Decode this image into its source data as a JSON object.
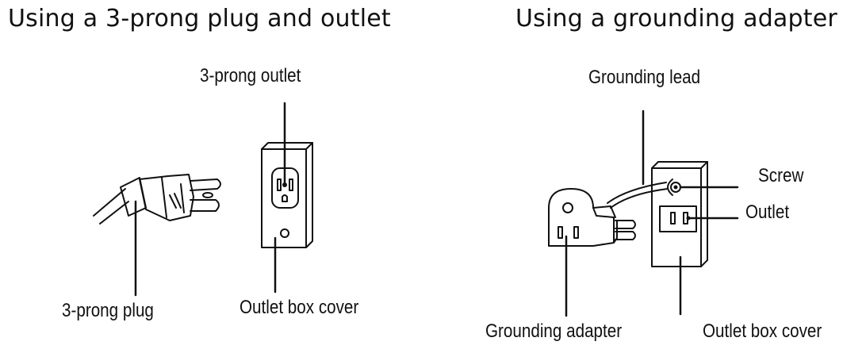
{
  "left_panel": {
    "title": "Using a 3-prong plug and outlet",
    "labels": {
      "outlet": "3-prong outlet",
      "plug": "3-prong plug",
      "cover": "Outlet box cover"
    }
  },
  "right_panel": {
    "title": "Using a grounding adapter",
    "labels": {
      "lead": "Grounding lead",
      "screw": "Screw",
      "outlet": "Outlet",
      "adapter": "Grounding adapter",
      "cover": "Outlet box cover"
    }
  },
  "colors": {
    "line": "#111111",
    "background": "#ffffff",
    "shadow": "#555555"
  }
}
